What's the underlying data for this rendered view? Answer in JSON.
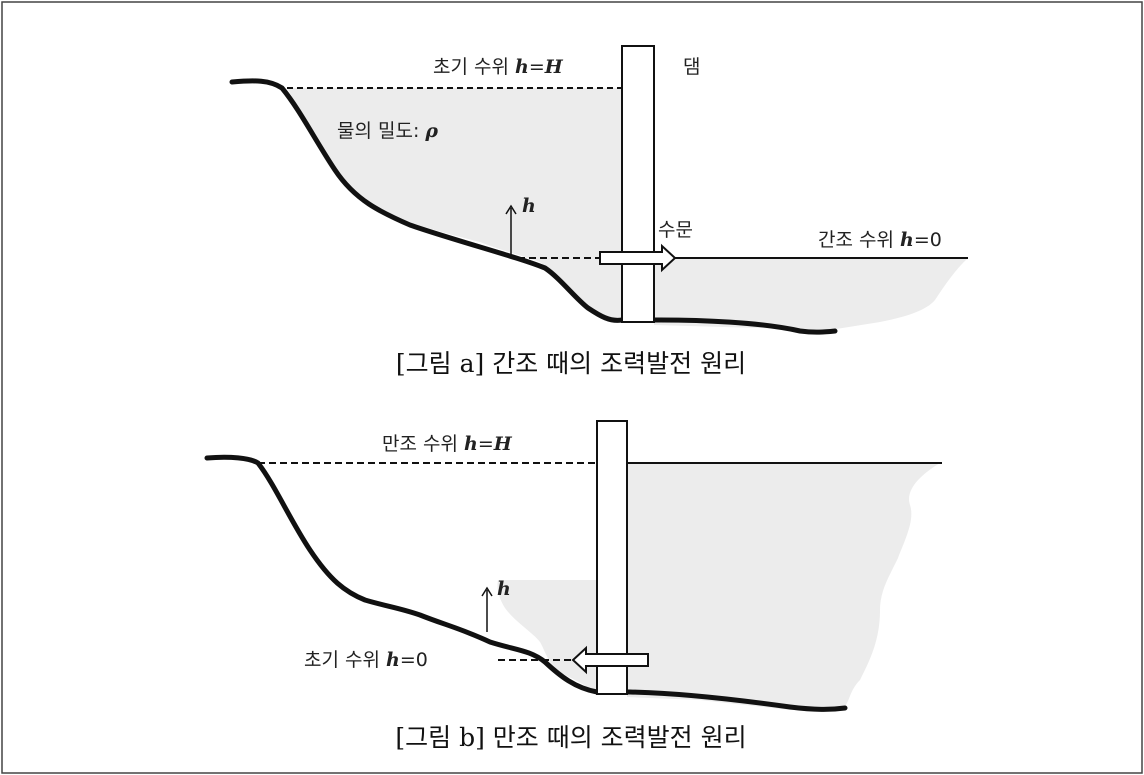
{
  "figure_a": {
    "initial_level_prefix": "초기 수위 ",
    "var_h": "h",
    "eq_H": "=",
    "var_H": "H",
    "dam_label": "댐",
    "density_prefix": "물의 밀도: ",
    "rho": "ρ",
    "arrow_h": "h",
    "gate_label": "수문",
    "ebb_prefix": "간조 수위 ",
    "ebb_var": "h",
    "ebb_eq": "=0",
    "caption": "[그림 a] 간조 때의 조력발전 원리"
  },
  "figure_b": {
    "flood_prefix": "만조 수위 ",
    "var_h": "h",
    "eq_H": "=",
    "var_H": "H",
    "arrow_h": "h",
    "initial_prefix": "초기 수위 ",
    "init_var": "h",
    "init_eq": "=0",
    "caption": "[그림 b] 만조 때의 조력발전 원리"
  },
  "colors": {
    "water": "#ececec",
    "line": "#111111",
    "frame": "#444444"
  }
}
